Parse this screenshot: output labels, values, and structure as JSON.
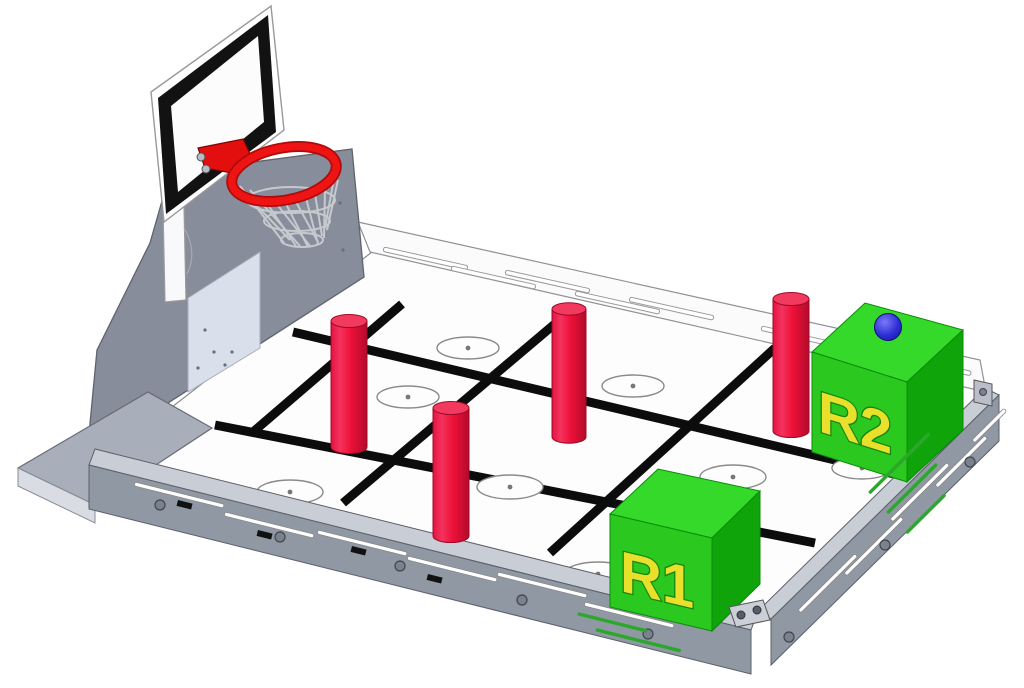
{
  "field": {
    "robots": [
      {
        "label": "R1"
      },
      {
        "label": "R2"
      }
    ],
    "pillar_count": 4,
    "floor_marker_count": 8,
    "colors": {
      "robot_top": "#35D929",
      "robot_front": "#2BC81F",
      "robot_side": "#0FA40A",
      "robot_label": "#E8E02A",
      "robot_label_outline": "#15830F",
      "pillar": "#ED1038",
      "ball": "#2E2ED6",
      "rim": "#EE1414",
      "tape": "#0C0C0C",
      "wall": "#878D9A",
      "rail": "#9098A4",
      "floor": "#FDFDFE"
    }
  }
}
